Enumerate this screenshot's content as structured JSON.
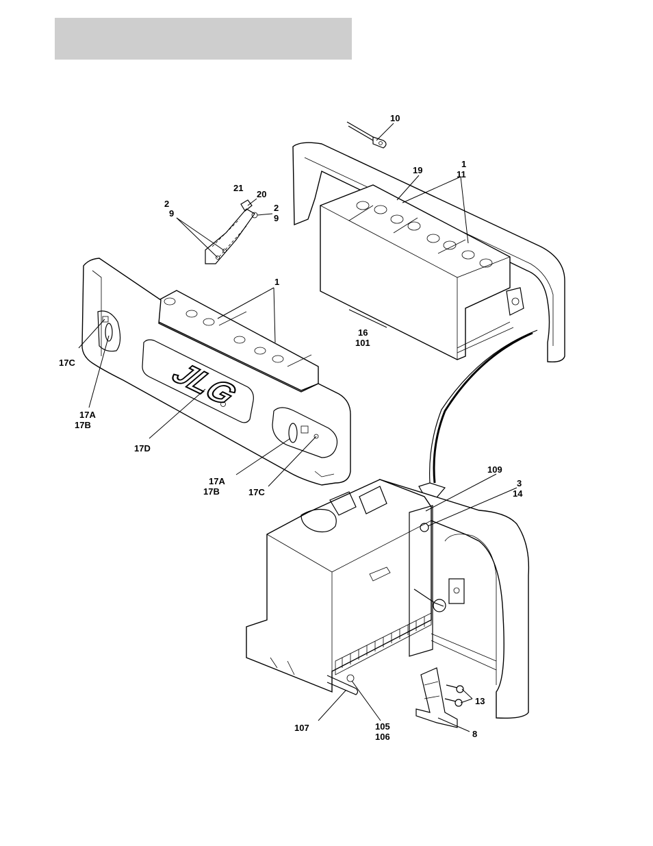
{
  "header": {
    "band_color": "#cecece"
  },
  "logo": {
    "text": "JLG"
  },
  "callouts": [
    {
      "id": "c-10",
      "text": "10"
    },
    {
      "id": "c-19",
      "text": "19"
    },
    {
      "id": "c-1-top",
      "text": "1"
    },
    {
      "id": "c-11",
      "text": "11"
    },
    {
      "id": "c-21",
      "text": "21"
    },
    {
      "id": "c-20",
      "text": "20"
    },
    {
      "id": "c-2-left",
      "text": "2"
    },
    {
      "id": "c-9-left",
      "text": "9"
    },
    {
      "id": "c-2-right",
      "text": "2"
    },
    {
      "id": "c-9-right",
      "text": "9"
    },
    {
      "id": "c-1-mid",
      "text": "1"
    },
    {
      "id": "c-16",
      "text": "16"
    },
    {
      "id": "c-101",
      "text": "101"
    },
    {
      "id": "c-17c-left",
      "text": "17C"
    },
    {
      "id": "c-17a-left",
      "text": "17A"
    },
    {
      "id": "c-17b-left",
      "text": "17B"
    },
    {
      "id": "c-17d",
      "text": "17D"
    },
    {
      "id": "c-17a-right",
      "text": "17A"
    },
    {
      "id": "c-17b-right",
      "text": "17B"
    },
    {
      "id": "c-17c-right",
      "text": "17C"
    },
    {
      "id": "c-109",
      "text": "109"
    },
    {
      "id": "c-3",
      "text": "3"
    },
    {
      "id": "c-14",
      "text": "14"
    },
    {
      "id": "c-13",
      "text": "13"
    },
    {
      "id": "c-107",
      "text": "107"
    },
    {
      "id": "c-105",
      "text": "105"
    },
    {
      "id": "c-106",
      "text": "106"
    },
    {
      "id": "c-8",
      "text": "8"
    }
  ]
}
